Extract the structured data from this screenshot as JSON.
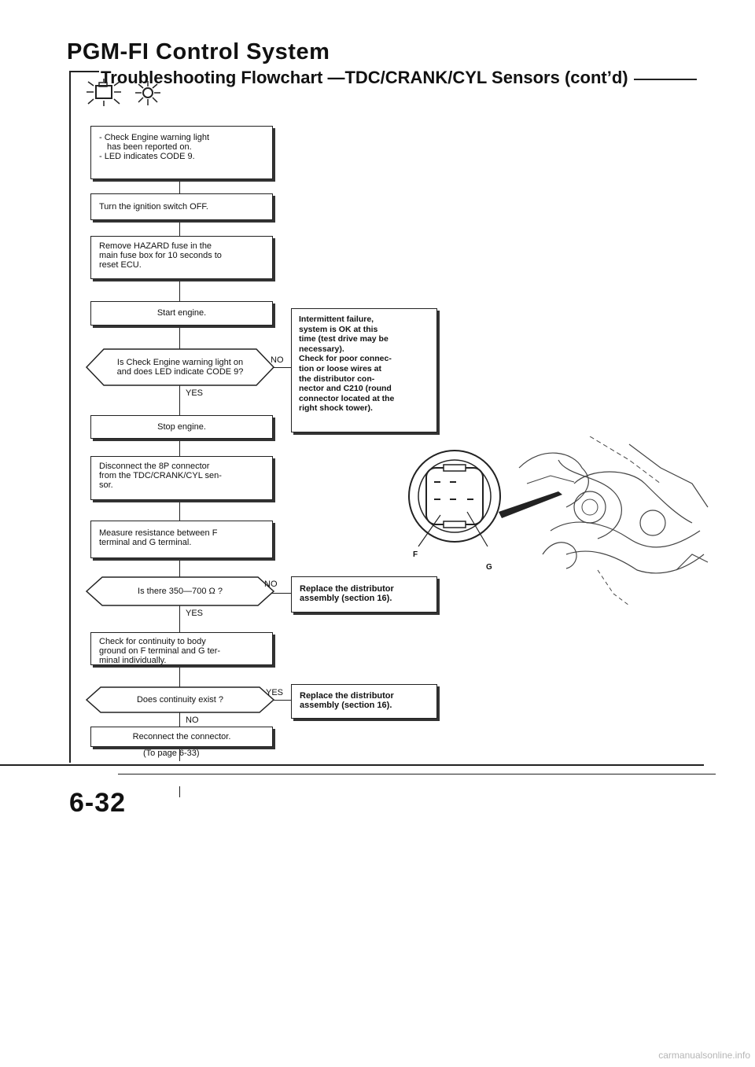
{
  "header": {
    "title": "PGM-FI Control System",
    "subtitle": "Troubleshooting Flowchart —TDC/CRANK/CYL Sensors (cont’d)"
  },
  "flowchart": {
    "box_check_engine": [
      "- Check Engine warning light",
      "has been reported on.",
      "- LED indicates CODE 9."
    ],
    "box_ignition_off": "Turn the ignition switch OFF.",
    "box_remove_fuse": [
      "Remove HAZARD fuse in the",
      "main fuse box for 10 seconds to",
      "reset ECU."
    ],
    "box_start_engine": "Start engine.",
    "diamond_check_code9": [
      "Is Check Engine warning light on",
      "and does LED indicate CODE 9?"
    ],
    "label_no_1": "NO",
    "label_yes_1": "YES",
    "box_intermittent": [
      "Intermittent failure,",
      "system is OK at this",
      "time (test drive may be",
      "necessary).",
      "Check for poor connec-",
      "tion or loose wires at",
      "the distributor con-",
      "nector and C210 (round",
      "connector located at the",
      "right shock tower)."
    ],
    "box_stop_engine": "Stop engine.",
    "box_disconnect": [
      "Disconnect the 8P connector",
      "from the TDC/CRANK/CYL sen-",
      "sor."
    ],
    "box_measure": [
      "Measure resistance between F",
      "terminal and G terminal."
    ],
    "diamond_resistance": "Is there 350—700 Ω ?",
    "label_no_2": "NO",
    "label_yes_2": "YES",
    "box_replace_1": [
      "Replace the distributor",
      "assembly (section 16)."
    ],
    "box_check_continuity": [
      "Check for continuity to body",
      "ground on F terminal and G ter-",
      "minal individually."
    ],
    "diamond_continuity": "Does continuity exist ?",
    "label_yes_3": "YES",
    "label_no_3": "NO",
    "box_replace_2": [
      "Replace the distributor",
      "assembly (section 16)."
    ],
    "box_reconnect": "Reconnect the connector.",
    "to_page": "(To page 6-33)"
  },
  "illustration": {
    "label_f": "F",
    "label_g": "G"
  },
  "footer": {
    "page_number": "6-32",
    "watermark": "carmanualsonline.info"
  },
  "icons": [
    "check-engine-icon",
    "fuse-icon"
  ]
}
